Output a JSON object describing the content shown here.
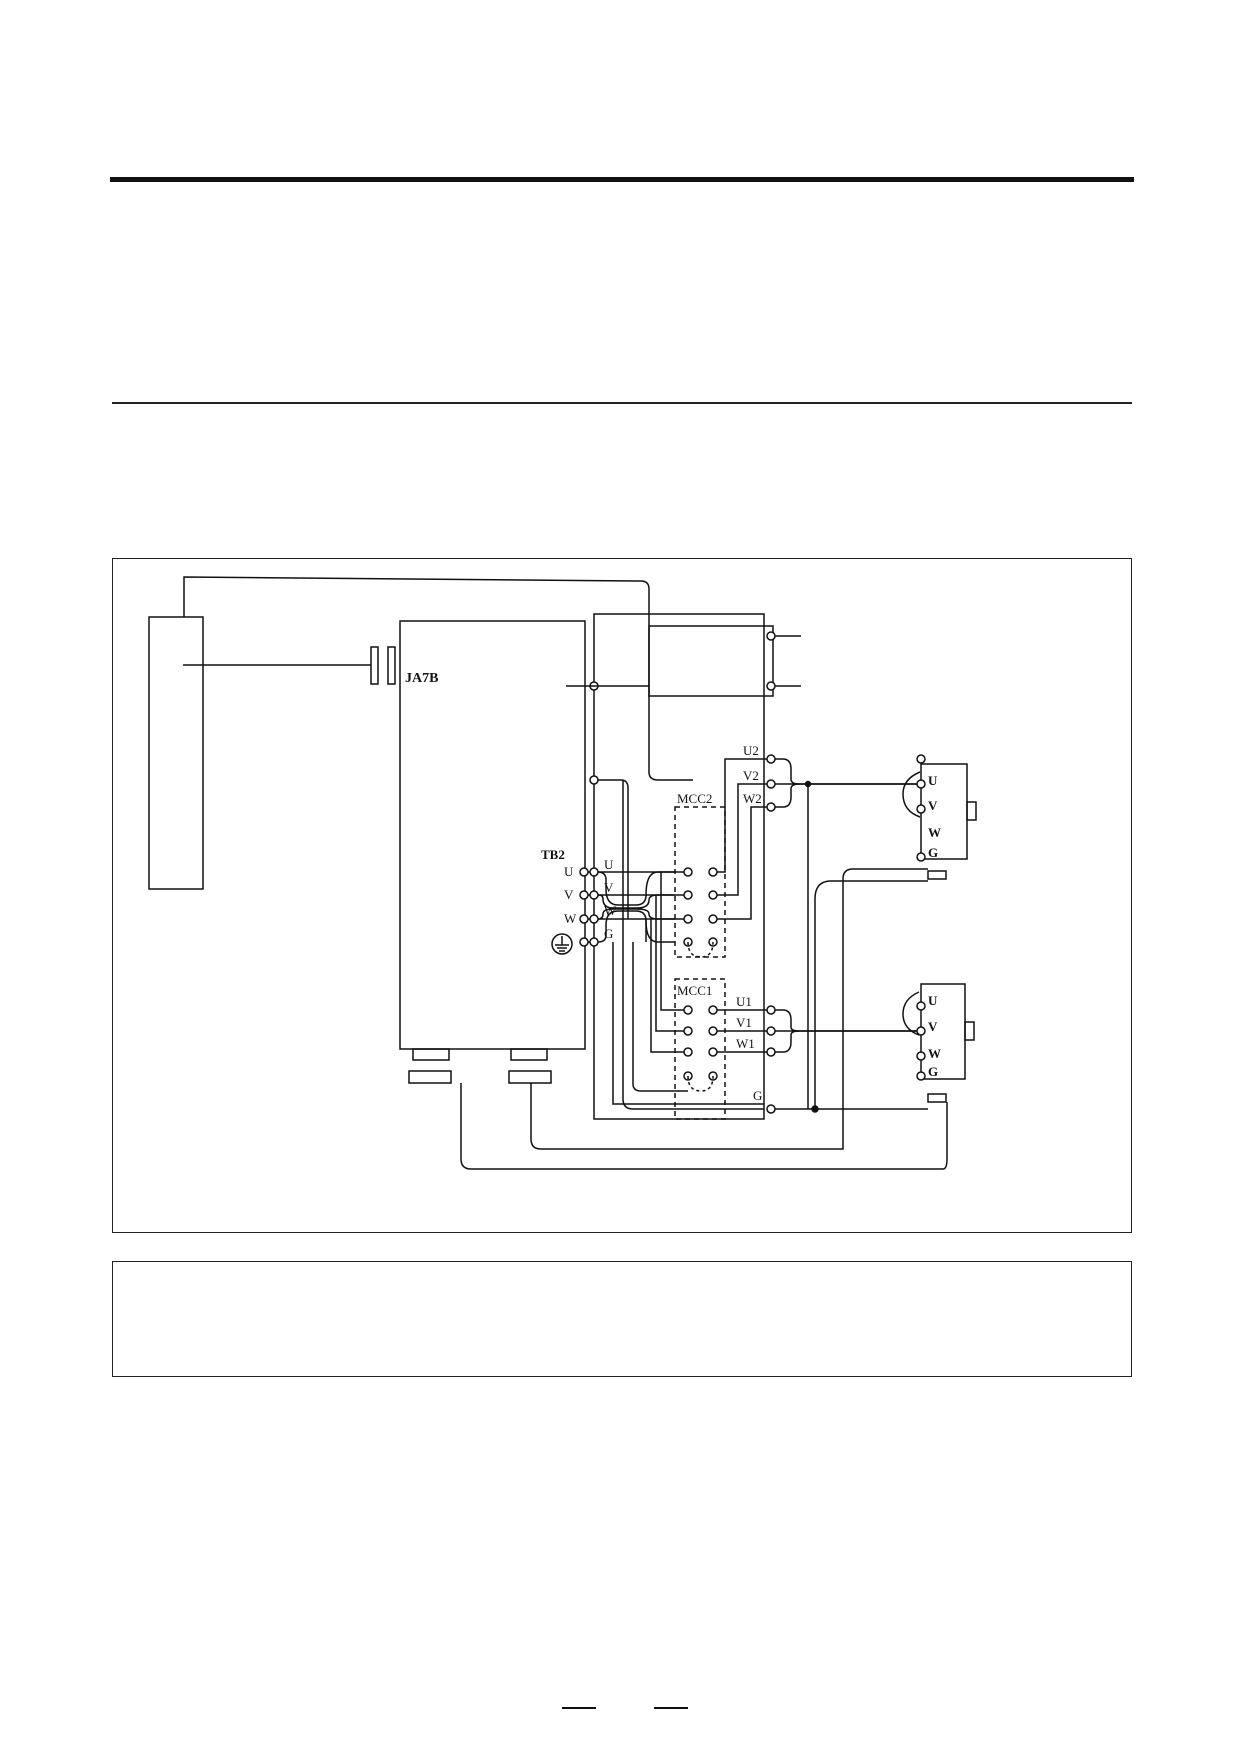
{
  "diagram": {
    "connector_label": "JA7B",
    "terminal_block_label": "TB2",
    "tb2_terminals": [
      "U",
      "V",
      "W"
    ],
    "cabinet_terminals": [
      "U",
      "V",
      "W",
      "G"
    ],
    "contactor_2_label": "MCC2",
    "contactor_1_label": "MCC1",
    "motor2_outputs": [
      "U2",
      "V2",
      "W2"
    ],
    "motor1_outputs": [
      "U1",
      "V1",
      "W1"
    ],
    "ground_output": "G",
    "motor_terminal_labels": [
      "U",
      "V",
      "W",
      "G"
    ],
    "ground_icon": "ground-symbol-icon"
  }
}
